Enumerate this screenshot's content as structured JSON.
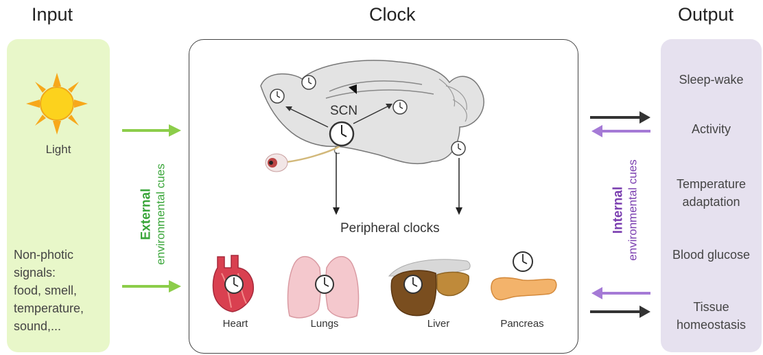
{
  "headings": {
    "input": "Input",
    "clock": "Clock",
    "output": "Output"
  },
  "input": {
    "light_label": "Light",
    "non_photic_lines": [
      "Non-photic",
      "signals:",
      "food, smell,",
      "temperature,",
      "sound,..."
    ]
  },
  "external_cues": {
    "strong": "External",
    "sub": "environmental cues",
    "color": "#3aa63a"
  },
  "internal_cues": {
    "strong": "Internal",
    "sub": "environmental cues",
    "color": "#7b3fb0"
  },
  "clock": {
    "scn_label": "SCN",
    "peripheral_label": "Peripheral clocks",
    "organs": [
      "Heart",
      "Lungs",
      "Liver",
      "Pancreas"
    ]
  },
  "output": {
    "items": [
      "Sleep-wake",
      "Activity",
      "Temperature adaptation",
      "Blood glucose",
      "Tissue homeostasis"
    ],
    "lines": {
      "temp": [
        "Temperature",
        "adaptation"
      ],
      "tissue": [
        "Tissue",
        "homeostasis"
      ]
    }
  },
  "colors": {
    "green_arrow": "#8ccd4a",
    "purple_arrow": "#a57ad6",
    "dark_arrow": "#333333"
  }
}
